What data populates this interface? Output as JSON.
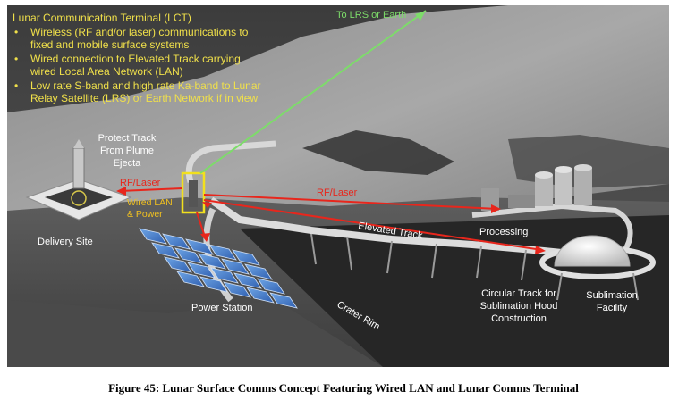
{
  "lct": {
    "title": "Lunar Communication Terminal (LCT)",
    "bullets": [
      [
        "Wireless (RF and/or laser) communications to",
        "fixed and mobile surface systems"
      ],
      [
        "Wired connection to Elevated Track carrying",
        "wired Local Area Network (LAN)"
      ],
      [
        "Low rate S-band and high rate Ka-band to Lunar",
        "Relay Satellite (LRS) or Earth Network if in view"
      ]
    ]
  },
  "labels": {
    "to_lrs": "To LRS or Earth",
    "protect_track": [
      "Protect Track",
      "From Plume",
      "Ejecta"
    ],
    "rf_laser_left": "RF/Laser",
    "rf_laser_right": "RF/Laser",
    "wired_lan": [
      "Wired LAN",
      "& Power"
    ],
    "delivery_site": "Delivery Site",
    "power_station": "Power Station",
    "elevated_track": "Elevated Track",
    "processing": "Processing",
    "crater_rim": "Crater Rim",
    "circular_track": [
      "Circular Track for",
      "Sublimation Hood",
      "Construction"
    ],
    "sublimation": [
      "Sublimation",
      "Facility"
    ]
  },
  "colors": {
    "label_yellow": "#f0e04a",
    "rf_red": "#e8261c",
    "beam_green": "#7ddc6a",
    "lct_box": "#f2e01e"
  },
  "caption": "Figure 45: Lunar Surface Comms Concept Featuring Wired LAN and Lunar Comms Terminal"
}
